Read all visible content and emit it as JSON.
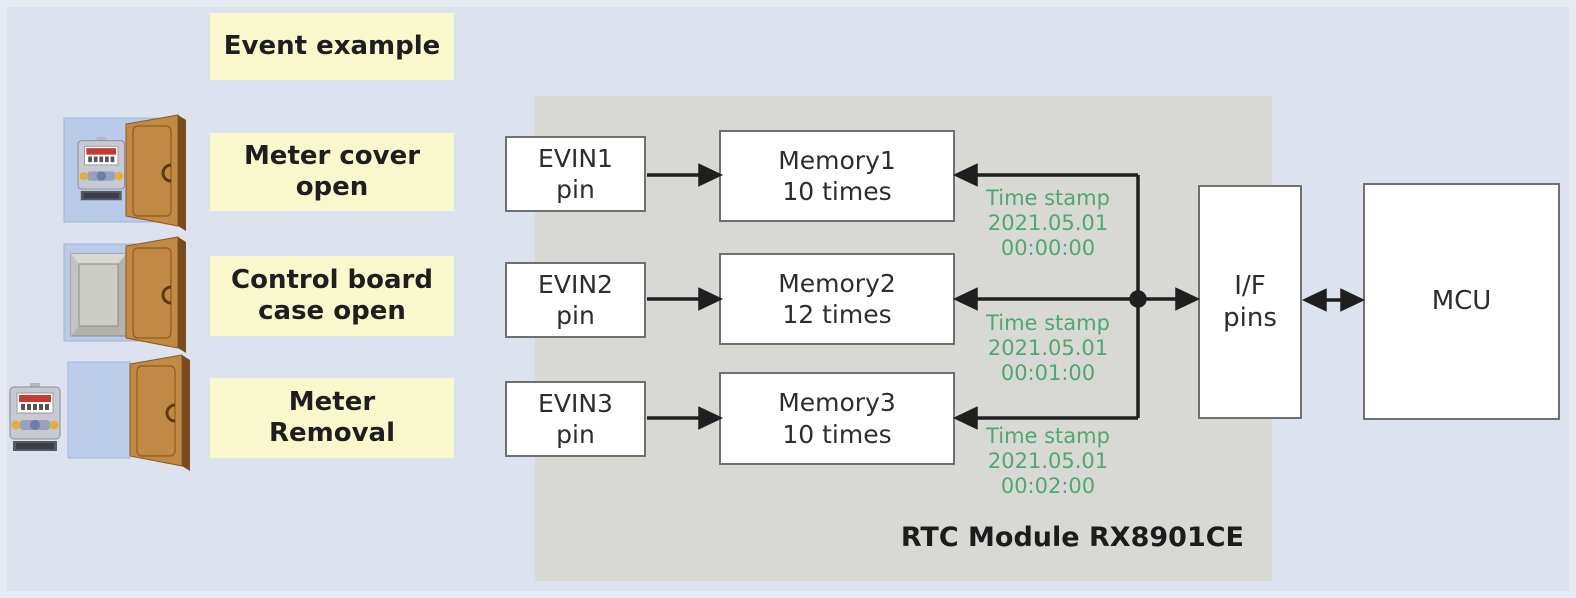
{
  "colors": {
    "background": "#dce3ee",
    "module_gray": "#d8d9d5",
    "label_yellow": "#f9f8cd",
    "timestamp_green": "#4fa86f",
    "line_black": "#1f1f1f",
    "door_brown": "#c08a45",
    "cabinet_blue": "#b9cbe8"
  },
  "legend_title": "Event example",
  "event_labels": [
    {
      "lines": [
        "Meter cover",
        "open"
      ]
    },
    {
      "lines": [
        "Control board",
        "case open"
      ]
    },
    {
      "lines": [
        "Meter",
        "Removal"
      ]
    }
  ],
  "module": {
    "label": "RTC Module RX8901CE"
  },
  "evin_pins": [
    {
      "name": "EVIN1",
      "sub": "pin"
    },
    {
      "name": "EVIN2",
      "sub": "pin"
    },
    {
      "name": "EVIN3",
      "sub": "pin"
    }
  ],
  "memories": [
    {
      "name": "Memory1",
      "count": "10 times"
    },
    {
      "name": "Memory2",
      "count": "12 times"
    },
    {
      "name": "Memory3",
      "count": "10 times"
    }
  ],
  "timestamps": [
    {
      "title": "Time stamp",
      "date": "2021.05.01",
      "time": "00:00:00"
    },
    {
      "title": "Time stamp",
      "date": "2021.05.01",
      "time": "00:01:00"
    },
    {
      "title": "Time stamp",
      "date": "2021.05.01",
      "time": "00:02:00"
    }
  ],
  "interface_block": {
    "lines": [
      "I/F",
      "pins"
    ]
  },
  "mcu": {
    "label": "MCU"
  }
}
